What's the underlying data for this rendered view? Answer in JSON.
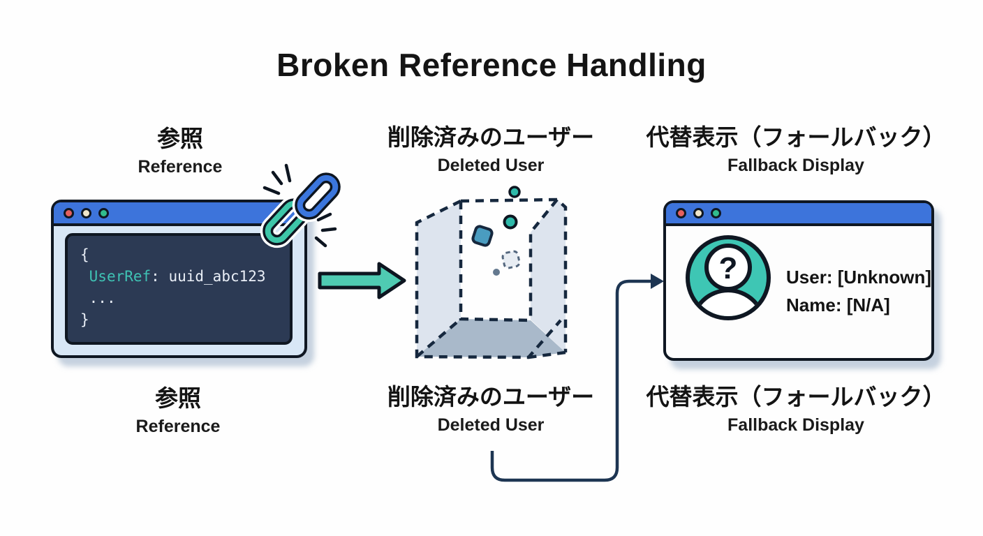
{
  "title": "Broken Reference Handling",
  "labels": {
    "reference_jp": "参照",
    "reference_en": "Reference",
    "deleted_jp": "削除済みのユーザー",
    "deleted_en": "Deleted User",
    "fallback_jp": "代替表示（フォールバック）",
    "fallback_en": "Fallback Display"
  },
  "code_window": {
    "line_open": "{",
    "ref_key": "UserRef",
    "ref_value": ": uuid_abc123",
    "line_ellipsis": "...",
    "line_close": "}"
  },
  "fallback_window": {
    "avatar_glyph": "?",
    "user_line": "User: [Unknown]",
    "name_line": "Name: [N/A]"
  },
  "colors": {
    "titlebar_blue": "#3d74db",
    "link_blue": "#3b76dd",
    "link_teal": "#3ec6a8",
    "arrow_teal": "#4fcbb2",
    "code_bg": "#2c3a54",
    "code_key_teal": "#3fc2b4",
    "window_frame_blue": "#d8e7f6",
    "connector_navy": "#1d3552"
  }
}
